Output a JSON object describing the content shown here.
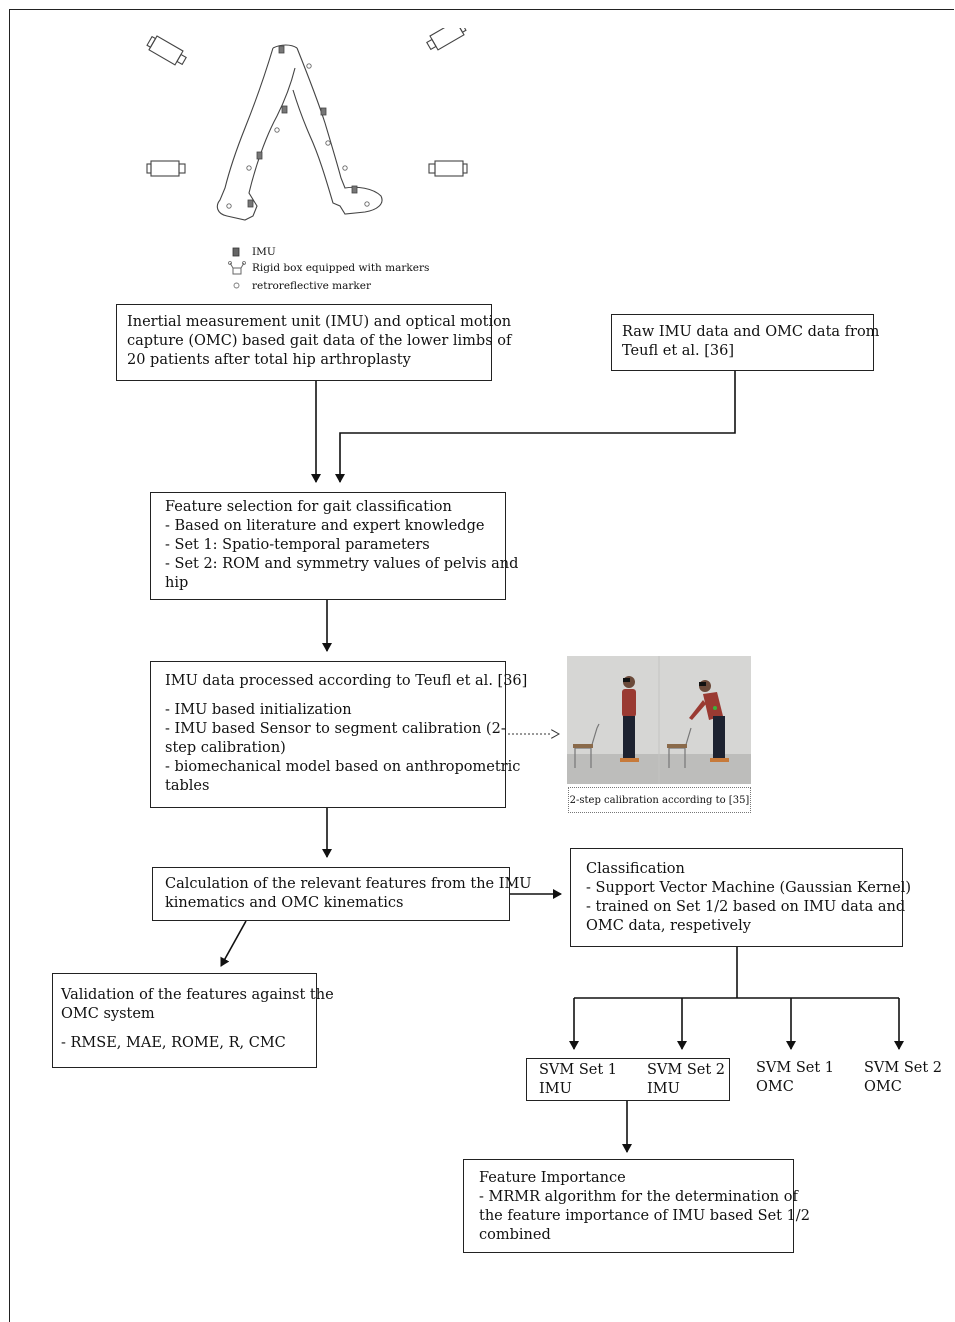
{
  "legend": {
    "imu": "IMU",
    "rigid_box": "Rigid box equipped with markers",
    "marker": "retroreflective marker"
  },
  "boxes": {
    "input_main": [
      "Inertial measurement unit (IMU) and optical motion",
      "capture (OMC) based gait data of the lower limbs of",
      "20 patients after total hip arthroplasty"
    ],
    "raw_data": [
      "Raw IMU data and OMC data from",
      "Teufl et al. [36]"
    ],
    "feature_selection": [
      "Feature selection for gait classification",
      "- Based on literature and expert knowledge",
      "- Set 1: Spatio-temporal parameters",
      "- Set 2: ROM and symmetry values of pelvis and",
      "hip"
    ],
    "imu_processing_title": "IMU data processed according to Teufl et al. [36]",
    "imu_processing": [
      "- IMU based initialization",
      "- IMU based  Sensor to segment calibration (2-",
      "step calibration)",
      "- biomechanical model based on anthropometric",
      "tables"
    ],
    "calculation": [
      "Calculation of the relevant features from the IMU",
      "kinematics and OMC kinematics"
    ],
    "classification": [
      "Classification",
      "- Support Vector Machine (Gaussian Kernel)",
      "- trained on Set 1/2 based on IMU data and",
      "OMC data, respetively"
    ],
    "validation_title": [
      "Validation of the features against the",
      "OMC system"
    ],
    "validation_metrics": "- RMSE, MAE, ROME, R, CMC",
    "svm_imu_set1": [
      "SVM Set 1",
      "IMU"
    ],
    "svm_imu_set2": [
      "SVM Set 2",
      "IMU"
    ],
    "svm_omc_set1": [
      "SVM Set 1",
      "OMC"
    ],
    "svm_omc_set2": [
      "SVM Set 2",
      "OMC"
    ],
    "feature_importance": [
      "Feature Importance",
      "- MRMR algorithm for the determination of",
      "the feature importance of IMU based Set 1/2",
      "combined"
    ]
  },
  "photo_caption": "2-step calibration according to [35]"
}
